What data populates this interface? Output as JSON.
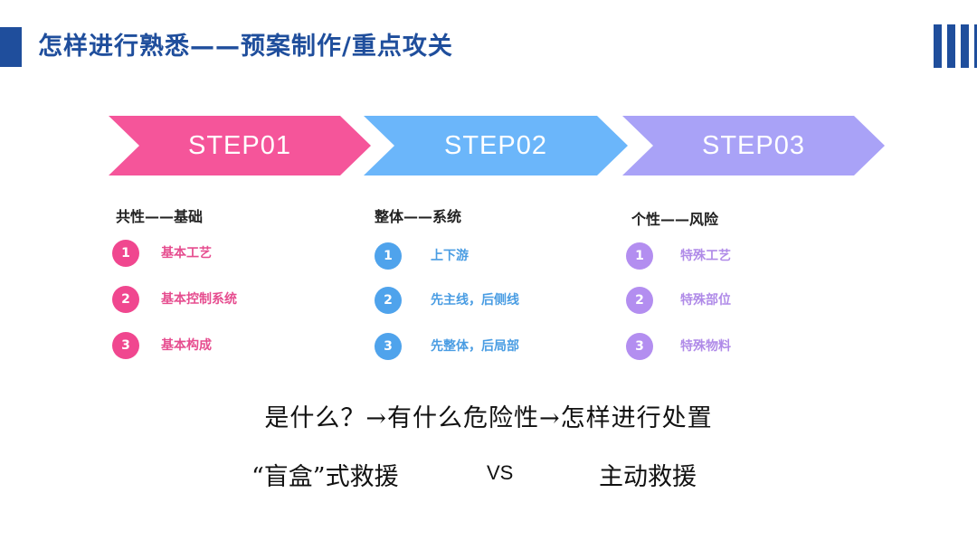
{
  "header": {
    "title": "怎样进行熟悉——预案制作/重点攻关"
  },
  "steps": [
    {
      "label": "STEP01",
      "heading": "共性——基础",
      "color": "#f5559a",
      "items": [
        {
          "num": "1",
          "label": "基本工艺"
        },
        {
          "num": "2",
          "label": "基本控制系统"
        },
        {
          "num": "3",
          "label": "基本构成"
        }
      ]
    },
    {
      "label": "STEP02",
      "heading": "整体——系统",
      "color": "#6bb6fa",
      "items": [
        {
          "num": "1",
          "label": "上下游"
        },
        {
          "num": "2",
          "label": "先主线，后侧线"
        },
        {
          "num": "3",
          "label": "先整体，后局部"
        }
      ]
    },
    {
      "label": "STEP03",
      "heading": "个性——风险",
      "color": "#a9a2f7",
      "items": [
        {
          "num": "1",
          "label": "特殊工艺"
        },
        {
          "num": "2",
          "label": "特殊部位"
        },
        {
          "num": "3",
          "label": "特殊物料"
        }
      ]
    }
  ],
  "flow": "是什么？→有什么危险性→怎样进行处置",
  "comparison": {
    "left": "“盲盒”式救援",
    "vs": "VS",
    "right": "主动救援"
  }
}
